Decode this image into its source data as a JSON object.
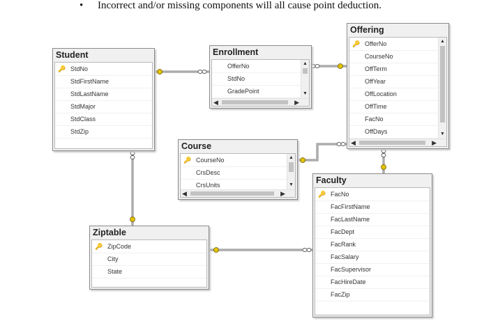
{
  "note": {
    "bullet": "•",
    "text": "Incorrect and/or missing components will all cause point deduction."
  },
  "key_glyph": "🔑",
  "tables": {
    "student": {
      "title": "Student",
      "columns": [
        "StdNo",
        "StdFirstName",
        "StdLastName",
        "StdMajor",
        "StdClass",
        "StdZip"
      ],
      "pk": [
        0
      ]
    },
    "enrollment": {
      "title": "Enrollment",
      "columns": [
        "OfferNo",
        "StdNo",
        "GradePoint"
      ],
      "pk": []
    },
    "offering": {
      "title": "Offering",
      "columns": [
        "OfferNo",
        "CourseNo",
        "OffTerm",
        "OffYear",
        "OffLocation",
        "OffTime",
        "FacNo",
        "OffDays"
      ],
      "pk": [
        0
      ]
    },
    "course": {
      "title": "Course",
      "columns": [
        "CourseNo",
        "CrsDesc",
        "CrsUnits"
      ],
      "pk": [
        0
      ]
    },
    "faculty": {
      "title": "Faculty",
      "columns": [
        "FacNo",
        "FacFirstName",
        "FacLastName",
        "FacDept",
        "FacRank",
        "FacSalary",
        "FacSupervisor",
        "FacHireDate",
        "FacZip"
      ],
      "pk": [
        0
      ]
    },
    "ziptable": {
      "title": "Ziptable",
      "columns": [
        "ZipCode",
        "City",
        "State"
      ],
      "pk": [
        0
      ]
    }
  },
  "scroll_glyphs": {
    "up": "▲",
    "down": "▼",
    "left": "◀",
    "right": "▶"
  },
  "relationships": [
    {
      "from": "student",
      "to": "enrollment",
      "one_end": "student",
      "many_end": "enrollment"
    },
    {
      "from": "offering",
      "to": "enrollment",
      "one_end": "offering",
      "many_end": "enrollment"
    },
    {
      "from": "course",
      "to": "offering",
      "one_end": "course",
      "many_end": "offering"
    },
    {
      "from": "faculty",
      "to": "offering",
      "one_end": "faculty",
      "many_end": "offering"
    },
    {
      "from": "ziptable",
      "to": "student",
      "one_end": "ziptable",
      "many_end": "student"
    },
    {
      "from": "ziptable",
      "to": "faculty",
      "one_end": "ziptable",
      "many_end": "faculty"
    }
  ],
  "colors": {
    "key": "#d4aa00",
    "line": "#808080",
    "one_end": "#e3c200"
  }
}
